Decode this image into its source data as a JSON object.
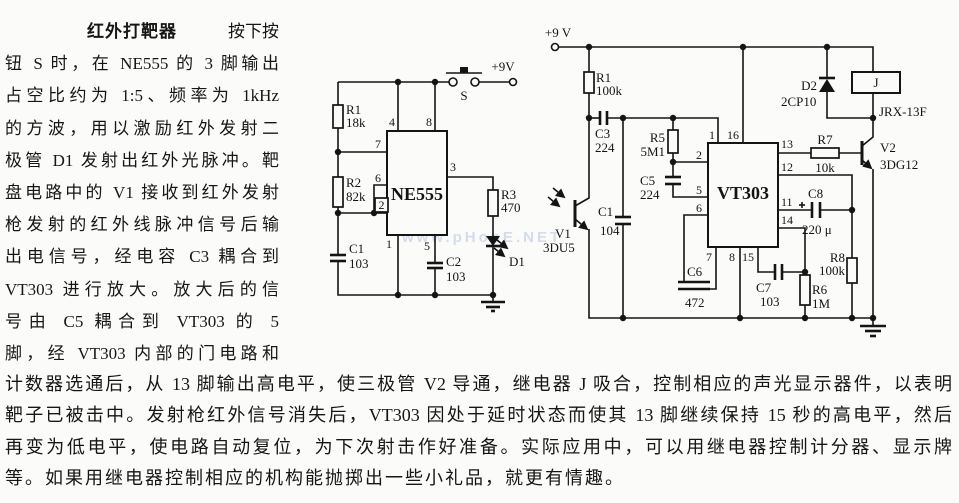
{
  "article": {
    "title": "红外打靶器",
    "title_rest": "按下按",
    "left_lines": [
      "钮 S 时，在 NE555 的 3 脚输出",
      "占空比约为 1:5、频率为 1kHz",
      "的方波，用以激励红外发射二",
      "极管 D1 发射出红外光脉冲。靶",
      "盘电路中的 V1 接收到红外发射",
      "枪发射的红外线脉冲信号后输",
      "出电信号，经电容 C3 耦合到",
      "VT303 进行放大。放大后的信",
      "号由 C5 耦合到 VT303 的 5",
      "脚，经 VT303 内部的门电路和"
    ],
    "bottom_lines": [
      "计数器选通后，从 13 脚输出高电平，使三极管 V2 导通，继电器 J 吸合，控制相应的声光显示器件，以表明",
      "靶子已被击中。发射枪红外信号消失后，VT303 因处于延时状态而使其 13 脚继续保持 15 秒的高电平，然后",
      "再变为低电平，使电路自动复位，为下次射击作好准备。实际应用中，可以用继电器控制计分器、显示牌",
      "等。如果用继电器控制相应的机构能抛掷出一些小礼品，就更有情趣。"
    ]
  },
  "watermark": "www.pHonE.NET",
  "c1": {
    "supply": "+9V",
    "switch": "S",
    "ic": "NE555",
    "r1": "R1",
    "r1v": "18k",
    "r2": "R2",
    "r2v": "82k",
    "r3": "R3",
    "r3v": "470",
    "cap1": "C1",
    "cap1v": "103",
    "cap2": "C2",
    "cap2v": "103",
    "d1": "D1",
    "p1": "1",
    "p2": "2",
    "p3": "3",
    "p4": "4",
    "p5": "5",
    "p6": "6",
    "p7": "7",
    "p8": "8"
  },
  "c2": {
    "supply": "+9 V",
    "ic": "VT303",
    "r1": "R1",
    "r1v": "100k",
    "r5": "R5",
    "r5v": "5M1",
    "r6": "R6",
    "r6v": "1M",
    "r7": "R7",
    "r7v": "10k",
    "r8": "R8",
    "r8v": "100k",
    "cap1": "C1",
    "cap1v": "104",
    "cap3": "C3",
    "cap3v": "224",
    "cap5": "C5",
    "cap5v": "224",
    "cap6": "C6",
    "cap6v": "472",
    "cap7": "C7",
    "cap7v": "103",
    "cap8": "C8",
    "cap8v": "220 μ",
    "v1": "V1",
    "v1m": "3DU5",
    "v2": "V2",
    "v2m": "3DG12",
    "d2": "D2",
    "d2m": "2CP10",
    "relay": "J",
    "relaym": "JRX-13F",
    "p1": "1",
    "p2": "2",
    "p5": "5",
    "p6": "6",
    "p7": "7",
    "p8": "8",
    "p11": "11",
    "p12": "12",
    "p13": "13",
    "p14": "14",
    "p15": "15",
    "p16": "16"
  }
}
